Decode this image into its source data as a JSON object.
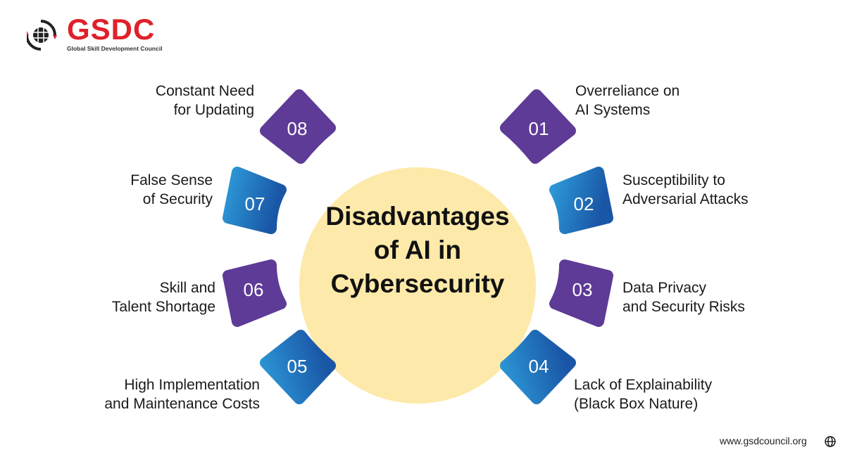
{
  "logo": {
    "name": "GSDC",
    "subtitle": "Global Skill Development Council"
  },
  "title": [
    "Disadvantages",
    "of AI in",
    "Cybersecurity"
  ],
  "items": [
    {
      "num": "01",
      "lines": [
        "Overreliance on",
        "AI Systems"
      ]
    },
    {
      "num": "02",
      "lines": [
        "Susceptibility to",
        "Adversarial Attacks"
      ]
    },
    {
      "num": "03",
      "lines": [
        "Data Privacy",
        "and Security Risks"
      ]
    },
    {
      "num": "04",
      "lines": [
        "Lack of Explainability",
        "(Black Box Nature)"
      ]
    },
    {
      "num": "05",
      "lines": [
        "High Implementation",
        "and Maintenance Costs"
      ]
    },
    {
      "num": "06",
      "lines": [
        "Skill and",
        "Talent Shortage"
      ]
    },
    {
      "num": "07",
      "lines": [
        "False Sense",
        "of Security"
      ]
    },
    {
      "num": "08",
      "lines": [
        "Constant Need",
        "for Updating"
      ]
    }
  ],
  "footer": {
    "url": "www.gsdcouncil.org",
    "icon": "globe-icon"
  },
  "colors": {
    "purple": "#5e3b96",
    "blue_light": "#2d9ad8",
    "blue_dark": "#1a56a6",
    "circle": "#fde9a9",
    "brand_red": "#e0202a"
  }
}
